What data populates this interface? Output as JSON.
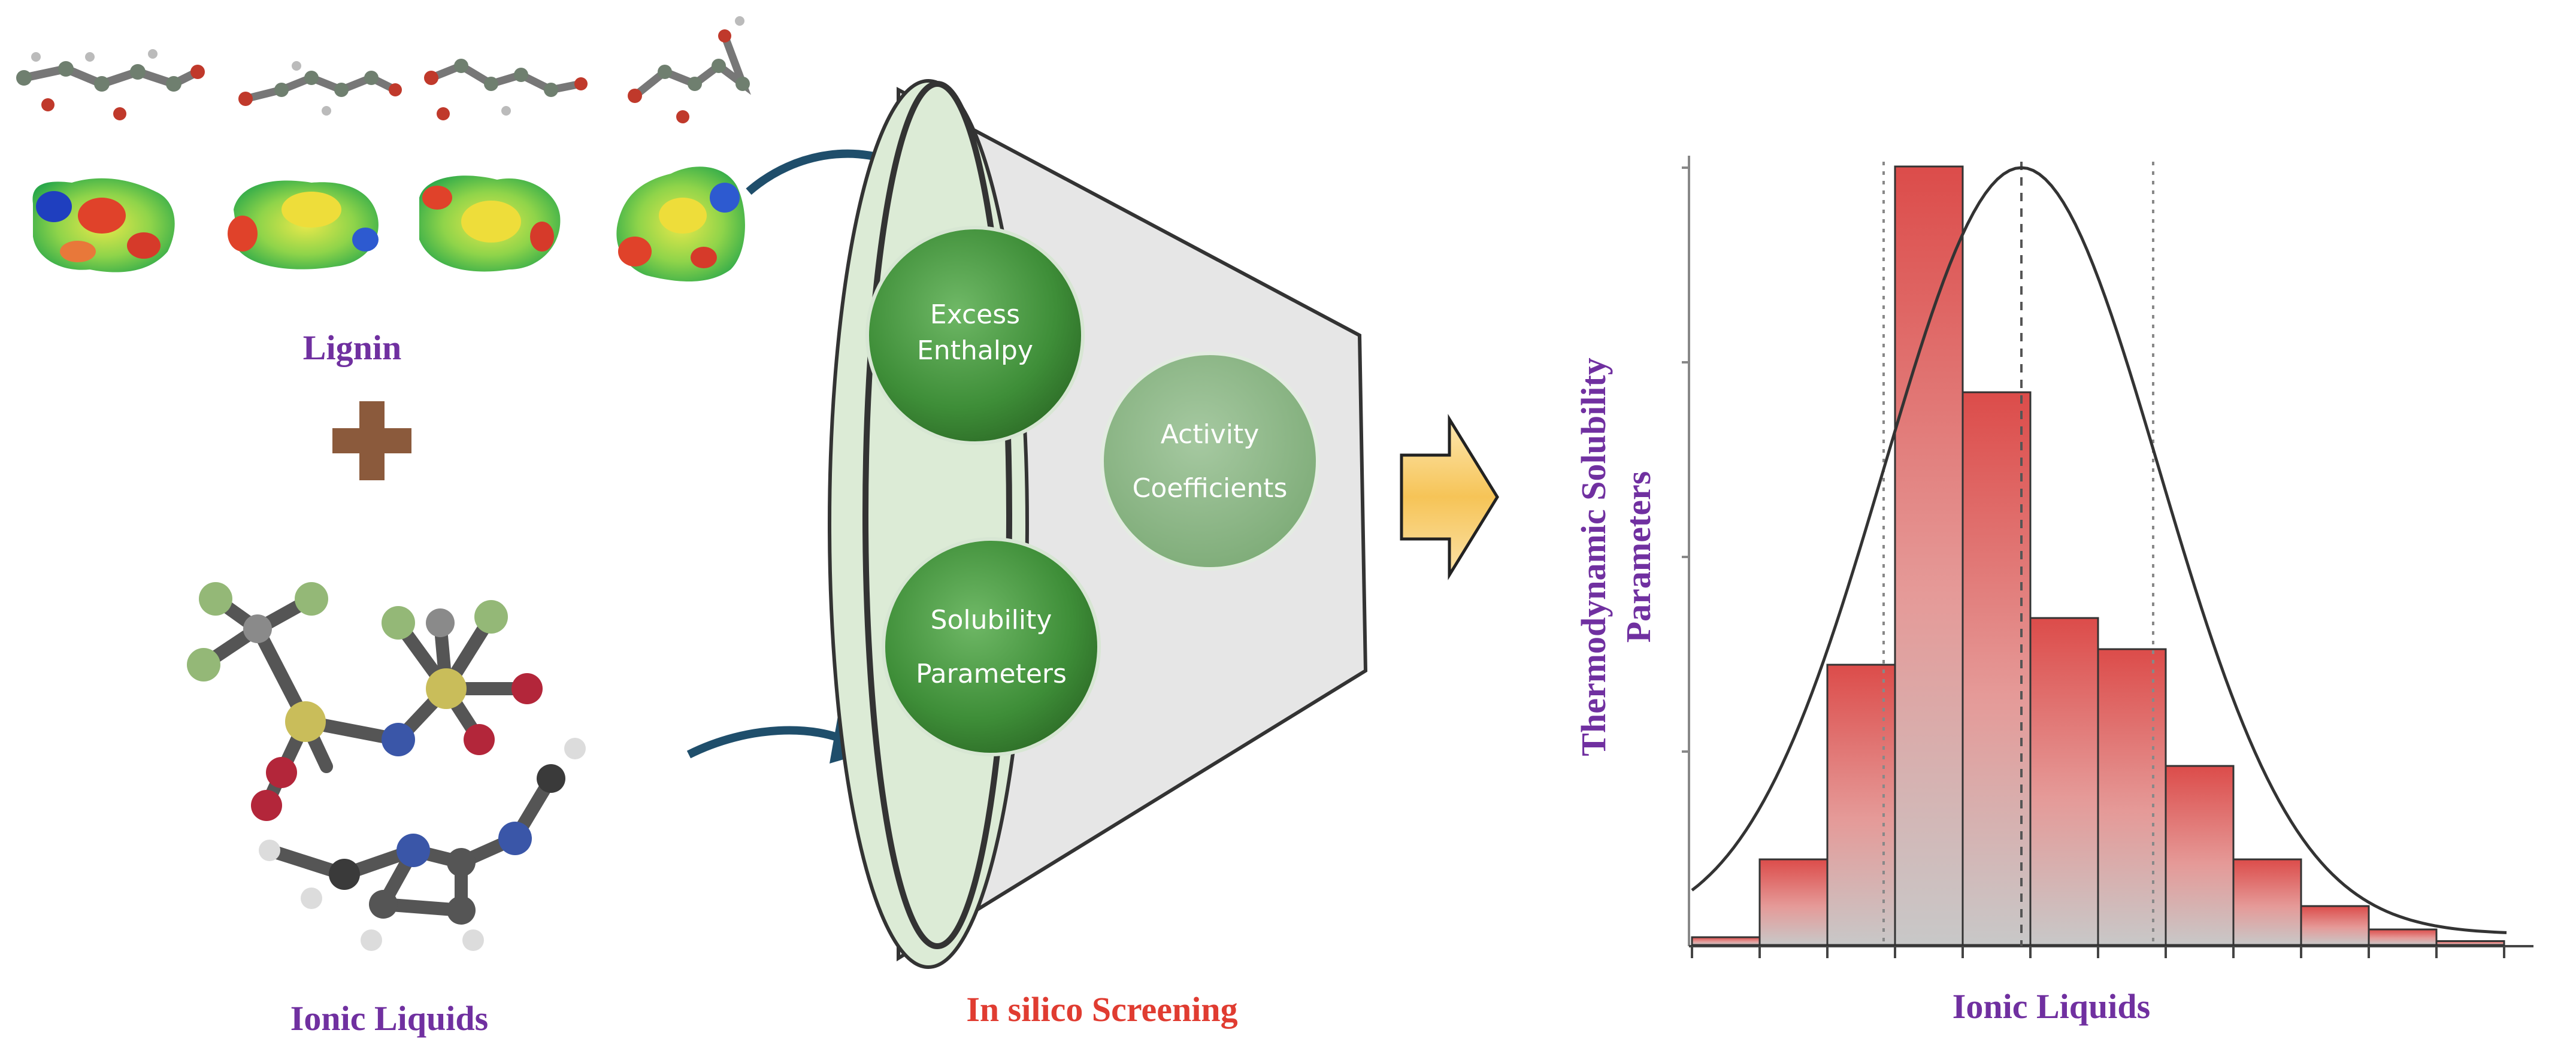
{
  "lignin": {
    "label": "Lignin",
    "monomer_count": 4
  },
  "ionic_liquids": {
    "label": "Ionic Liquids"
  },
  "screening": {
    "label": "In silico Screening",
    "circles": [
      {
        "line1": "Excess",
        "line2": "Enthalpy"
      },
      {
        "line1": "Activity",
        "line2": "Coefficients"
      },
      {
        "line1": "Solubility",
        "line2": "Parameters"
      }
    ]
  },
  "chart_data": {
    "type": "bar",
    "values": [
      0.01,
      0.11,
      0.36,
      1.0,
      0.71,
      0.42,
      0.38,
      0.23,
      0.11,
      0.05,
      0.02,
      0.005
    ],
    "xlabel": "Ionic Liquids",
    "ylabel_line1": "Thermodynamic Solubility",
    "ylabel_line2": "Parameters",
    "overlay": "normal-curve",
    "grid": false,
    "y_ticks_labeled": false,
    "x_ticks_labeled": false
  },
  "colors": {
    "label_purple": "#7030a0",
    "label_red": "#e03c31",
    "plus_brown": "#8b5a3c",
    "circle_green": "#3f8f3a",
    "circle_green_light": "#86b581",
    "funnel_fill": "#e6e6e6",
    "arrow_blue": "#1f4e6b",
    "block_arrow_yellow": "#f7c96a",
    "bar_red": "#e05050"
  }
}
